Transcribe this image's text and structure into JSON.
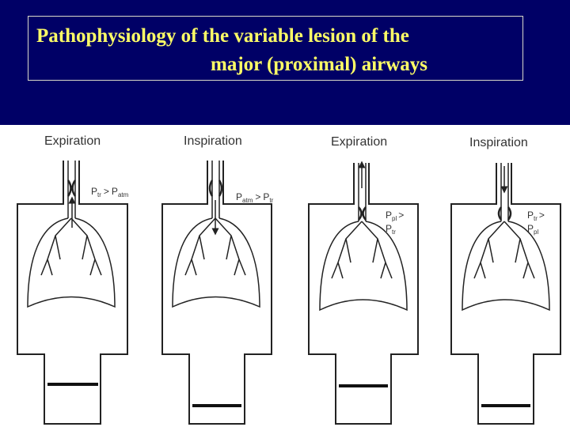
{
  "slide": {
    "title_line1": "Pathophysiology of the variable lesion of the",
    "title_line2": "major (proximal) airways"
  },
  "panels": [
    {
      "phase": "Expiration",
      "eq_left": "P",
      "eq_left_sub": "tr",
      "op": ">",
      "eq_right": "P",
      "eq_right_sub": "atm"
    },
    {
      "phase": "Inspiration",
      "eq_left": "P",
      "eq_left_sub": "atm",
      "op": ">",
      "eq_right": "P",
      "eq_right_sub": "tr"
    },
    {
      "phase": "Expiration",
      "eq_left": "P",
      "eq_left_sub": "pl",
      "op": ">",
      "eq_right": "P",
      "eq_right_sub": "tr"
    },
    {
      "phase": "Inspiration",
      "eq_left": "P",
      "eq_left_sub": "tr",
      "op": ">",
      "eq_right": "P",
      "eq_right_sub": "pl"
    }
  ],
  "colors": {
    "header_bg": "#000066",
    "title_text": "#ffff66",
    "line": "#222222"
  }
}
